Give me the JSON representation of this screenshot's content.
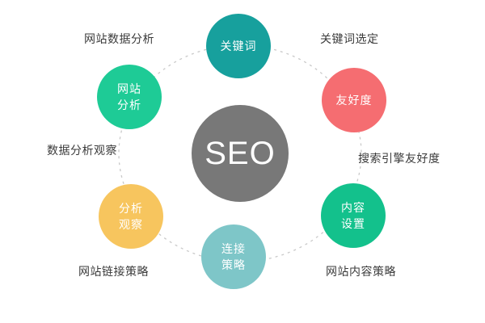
{
  "diagram": {
    "center_node": {
      "label": "SEO",
      "color": "#787878",
      "text_color": "#ffffff"
    },
    "nodes": [
      {
        "id": "keywords",
        "lines": [
          "关键词"
        ],
        "color": "#17A09D"
      },
      {
        "id": "site-analysis",
        "lines": [
          "网站",
          "分析"
        ],
        "color": "#1ECB96"
      },
      {
        "id": "friendliness",
        "lines": [
          "友好度"
        ],
        "color": "#F56D71"
      },
      {
        "id": "analysis-observation",
        "lines": [
          "分析",
          "观察"
        ],
        "color": "#F7C55E"
      },
      {
        "id": "content-setup",
        "lines": [
          "内容",
          "设置"
        ],
        "color": "#13C18C"
      },
      {
        "id": "link-strategy",
        "lines": [
          "连接",
          "策略"
        ],
        "color": "#7EC6C8"
      }
    ],
    "annotations": [
      {
        "id": "top-left",
        "text": "网站数据分析"
      },
      {
        "id": "top-right",
        "text": "关键词选定"
      },
      {
        "id": "left",
        "text": "数据分析观察"
      },
      {
        "id": "right",
        "text": "搜索引擎友好度"
      },
      {
        "id": "bottom-left",
        "text": "网站链接策略"
      },
      {
        "id": "bottom-right",
        "text": "网站内容策略"
      }
    ],
    "orbit_color": "#c9c9c9",
    "label_color": "#3b3b3b"
  }
}
